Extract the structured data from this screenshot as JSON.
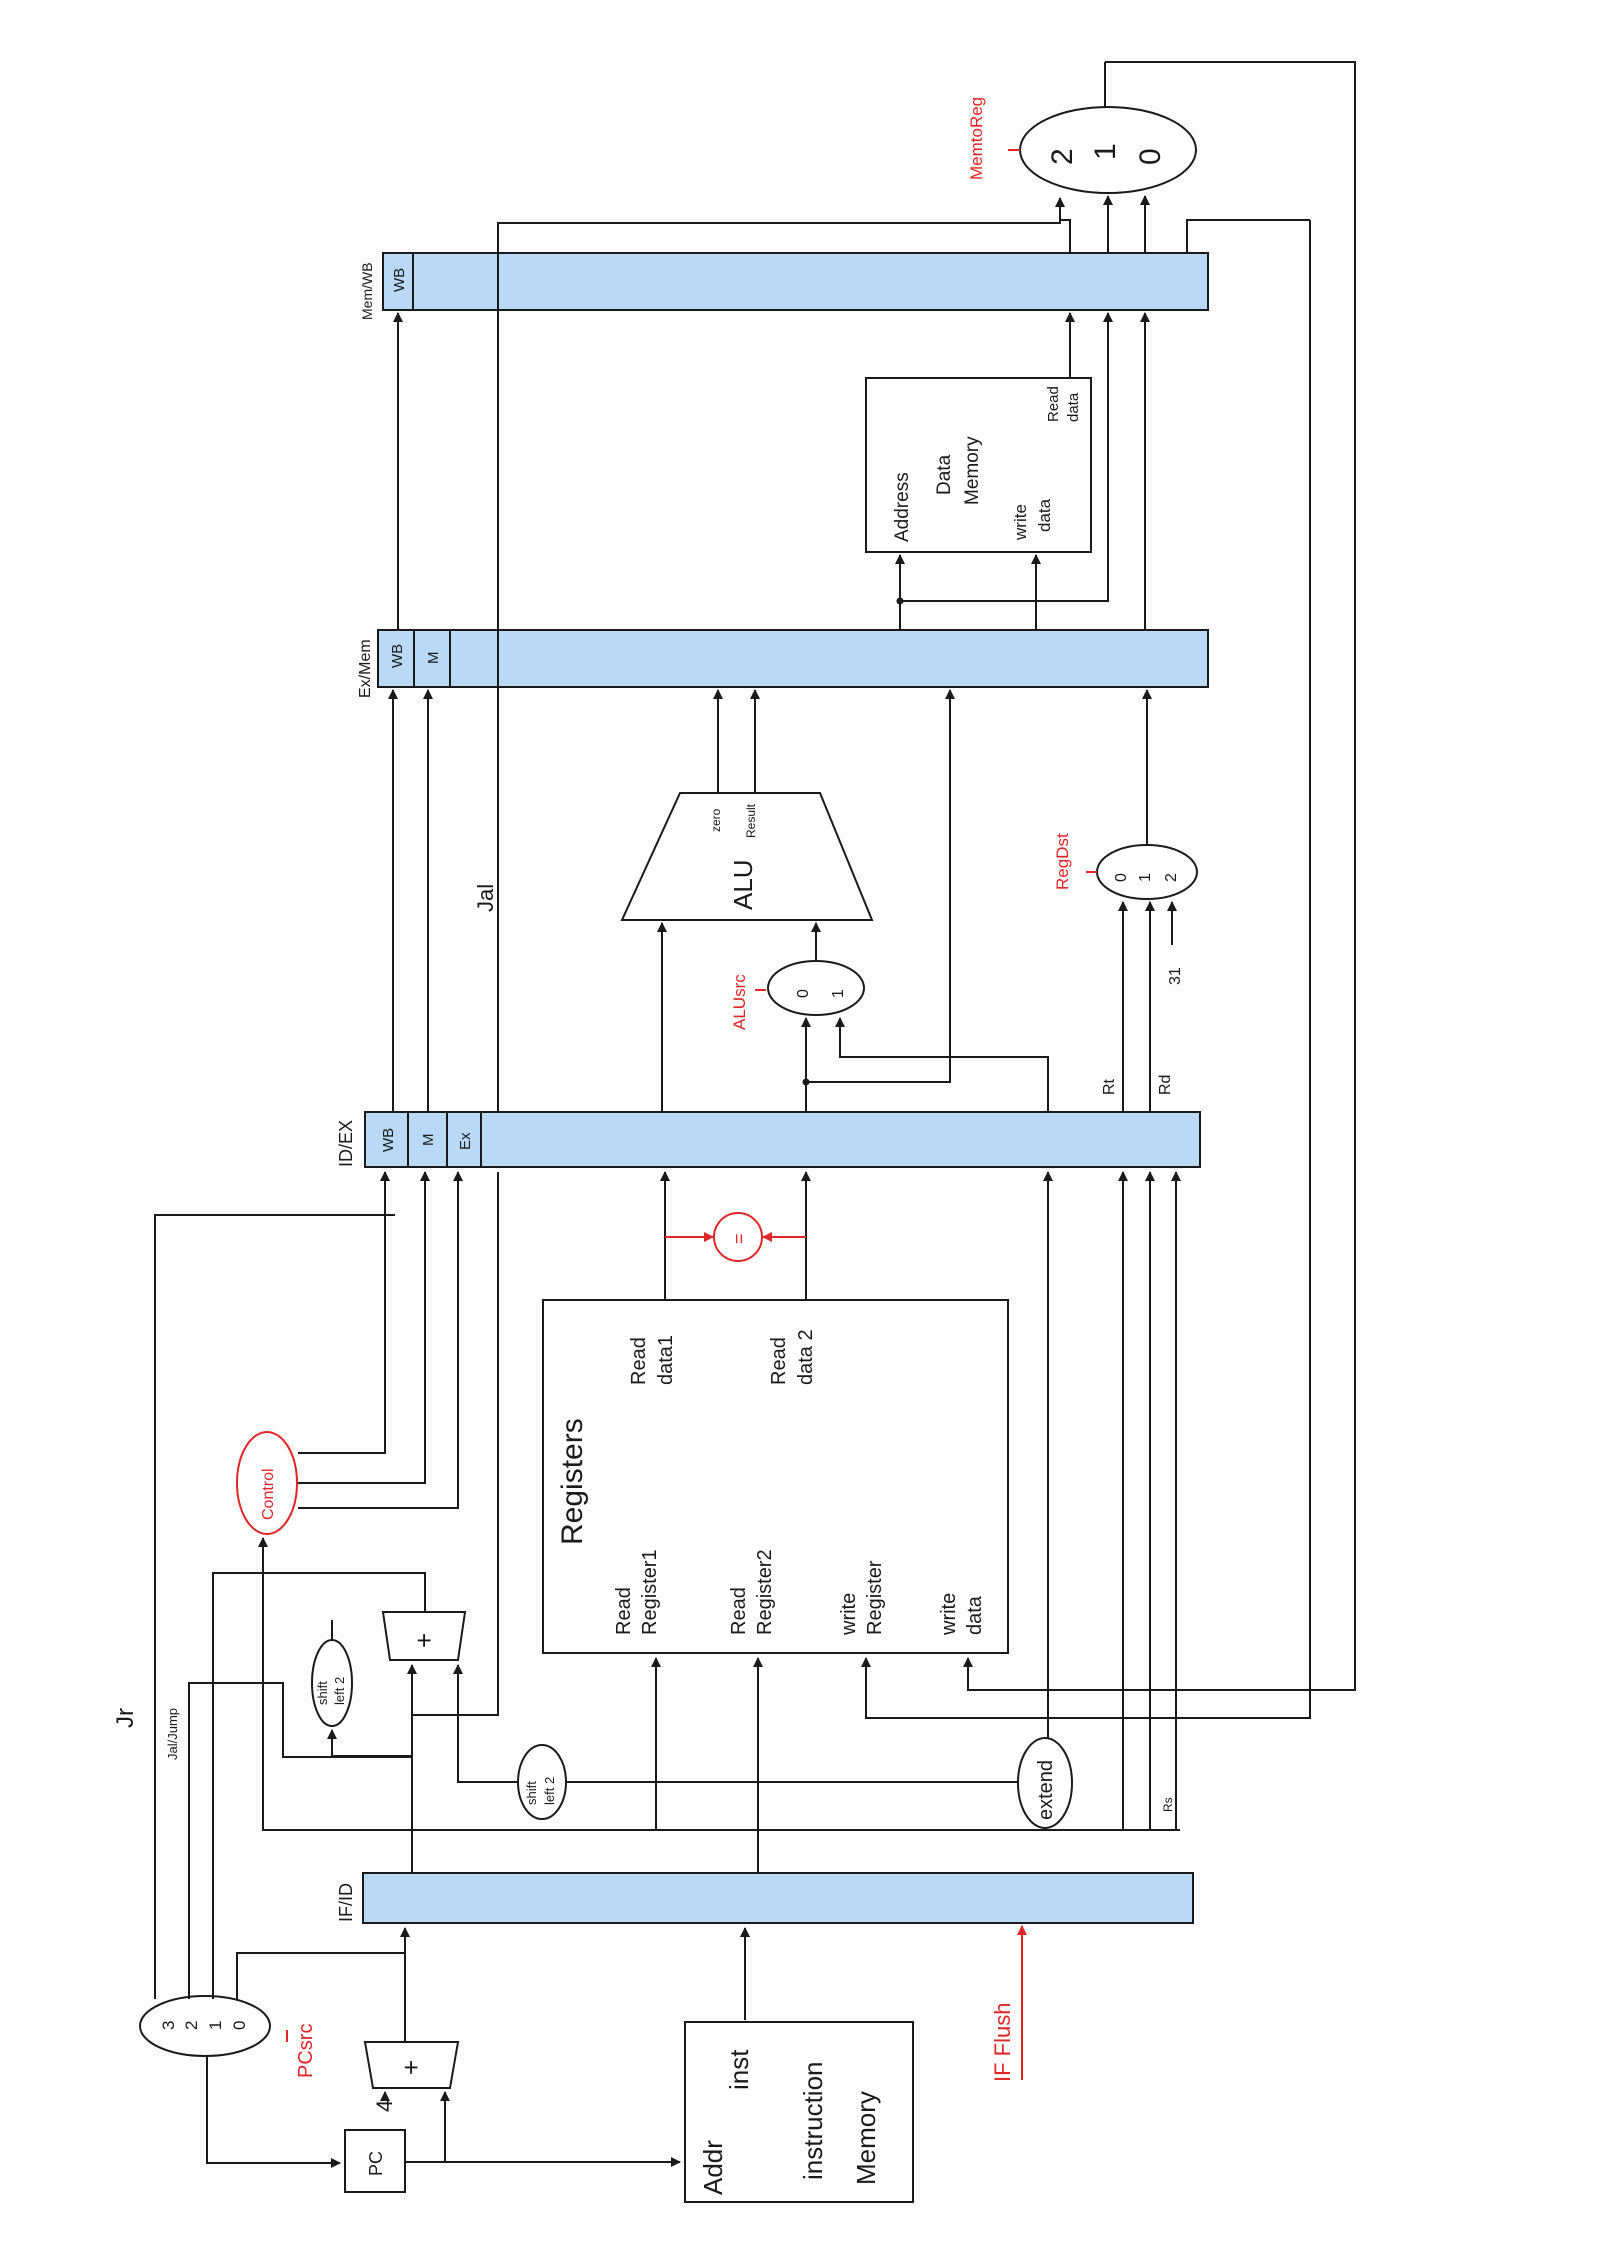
{
  "colors": {
    "pipeline_register": "#b9d9f7",
    "ink": "#1a1a1a",
    "control": "#e02626"
  },
  "registers": {
    "if_id": "IF/ID",
    "id_ex": "ID/EX",
    "ex_mem": "Ex/Mem",
    "mem_wb": "Mem/WB"
  },
  "fields": {
    "wb": "WB",
    "m": "M",
    "ex": "Ex"
  },
  "pc": "PC",
  "four": "4",
  "plus": "+",
  "instruction_memory": {
    "addr": "Addr",
    "inst": "inst",
    "line1": "instruction",
    "line2": "Memory"
  },
  "registers_block": {
    "title": "Registers",
    "read_register1": [
      "Read",
      "Register1"
    ],
    "read_register2": [
      "Read",
      "Register2"
    ],
    "write_register": [
      "write",
      "Register"
    ],
    "write_data": [
      "write",
      "data"
    ],
    "read_data1": [
      "Read",
      "data1"
    ],
    "read_data2": [
      "Read",
      "data 2"
    ]
  },
  "control": "Control",
  "equal": "=",
  "shift_left_2": [
    "shift",
    "left 2"
  ],
  "extend": "extend",
  "alu": {
    "label": "ALU",
    "zero": "zero",
    "result": "Result"
  },
  "data_memory": {
    "address": "Address",
    "title": [
      "Data",
      "Memory"
    ],
    "write_data": [
      "write",
      "data"
    ],
    "read_data": [
      "Read",
      "data"
    ]
  },
  "mux_labels": {
    "zero": "0",
    "one": "1",
    "two": "2",
    "three": "3"
  },
  "signals": {
    "pcsrc": "PCsrc",
    "alusrc": "ALUsrc",
    "regdst": "RegDst",
    "memtoreg": "MemtoReg",
    "if_flush": "IF Flush",
    "jr": "Jr",
    "jal_jump": "Jal/Jump",
    "jal": "Jal",
    "rt": "Rt",
    "rd": "Rd",
    "rs": "Rs",
    "thirtyone": "31"
  }
}
